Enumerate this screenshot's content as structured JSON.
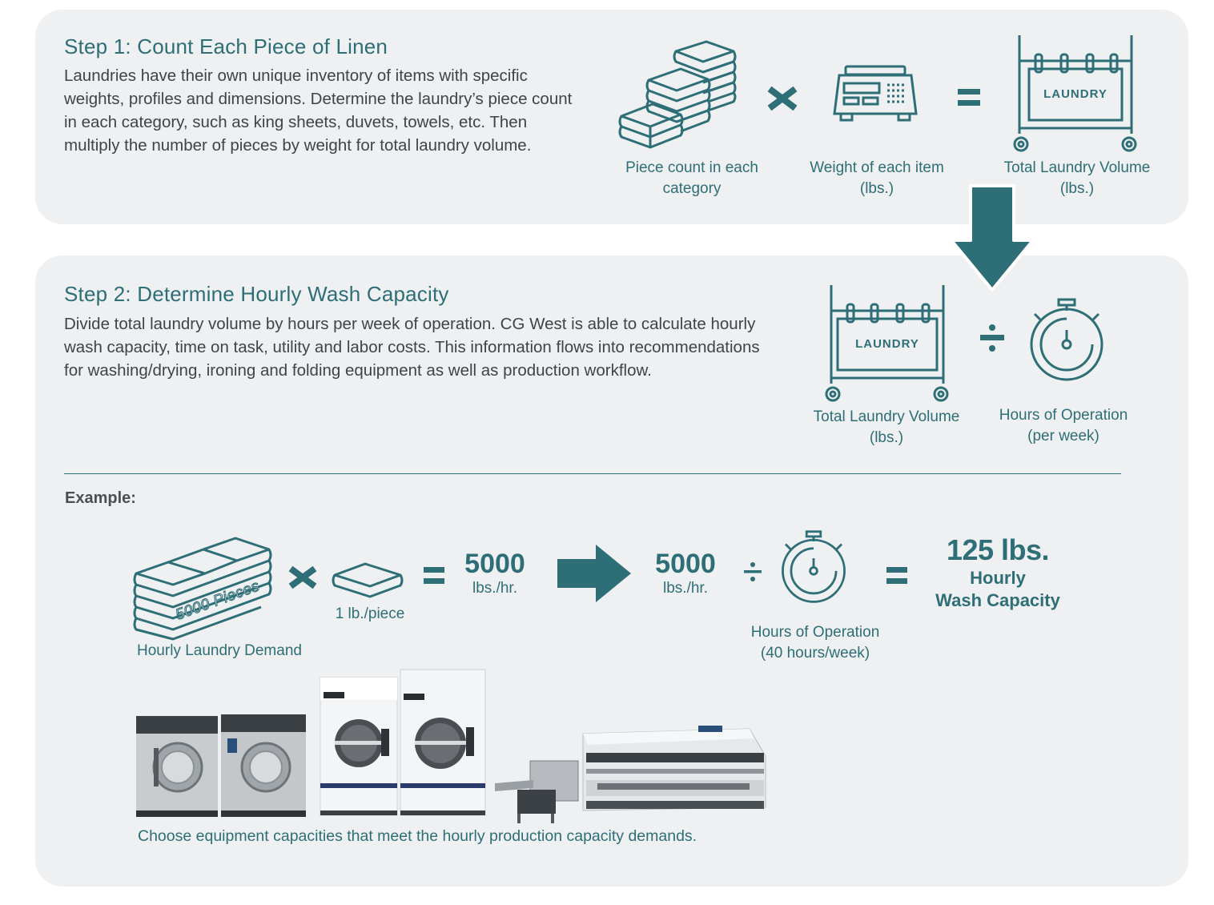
{
  "step1": {
    "title": "Step 1: Count Each Piece of Linen",
    "body": "Laundries have their own unique inventory of items with specific weights, profiles and dimensions. Determine the laundry’s piece count in each category, such as king sheets, duvets, towels, etc. Then multiply the number of pieces by weight for total laundry volume.",
    "cap_piece_1": "Piece count in each",
    "cap_piece_2": "category",
    "cap_weight_1": "Weight of each item",
    "cap_weight_2": "(lbs.)",
    "cap_total_1": "Total Laundry Volume",
    "cap_total_2": "(lbs.)",
    "sign_label": "LAUNDRY",
    "icons": [
      "folded-linen-stack-icon",
      "multiply-icon",
      "scale-icon",
      "equals-icon",
      "laundry-cart-icon"
    ]
  },
  "step2": {
    "title": "Step 2: Determine Hourly Wash Capacity",
    "body": "Divide total laundry volume by hours per week of operation. CG West is able to calculate hourly wash capacity, time on task, utility and labor costs. This information flows into recommendations for washing/drying, ironing and folding equipment as well as production workflow.",
    "cap_total_1": "Total Laundry Volume",
    "cap_total_2": "(lbs.)",
    "cap_hours_1": "Hours of Operation",
    "cap_hours_2": "(per week)",
    "sign_label": "LAUNDRY",
    "icons": [
      "laundry-cart-icon",
      "divide-icon",
      "stopwatch-icon"
    ]
  },
  "example": {
    "label": "Example:",
    "stack_text": "5000 Pieces",
    "demand_caption": "Hourly Laundry Demand",
    "piece_caption": "1 lb./piece",
    "result1_value": "5000",
    "result1_unit": "lbs./hr.",
    "result2_value": "5000",
    "result2_unit": "lbs./hr.",
    "hours_cap_1": "Hours of Operation",
    "hours_cap_2": "(40 hours/week)",
    "final_value": "125 lbs.",
    "final_line1": "Hourly",
    "final_line2": "Wash Capacity",
    "footer": "Choose equipment capacities that meet the hourly production capacity demands.",
    "icons": [
      "pieces-stack-icon",
      "multiply-icon",
      "folded-towel-icon",
      "equals-icon",
      "right-arrow-icon",
      "divide-icon",
      "stopwatch-icon",
      "equals-icon"
    ]
  },
  "colors": {
    "accent": "#2e6e76",
    "panel": "#eef0f1",
    "text": "#3f4448"
  }
}
